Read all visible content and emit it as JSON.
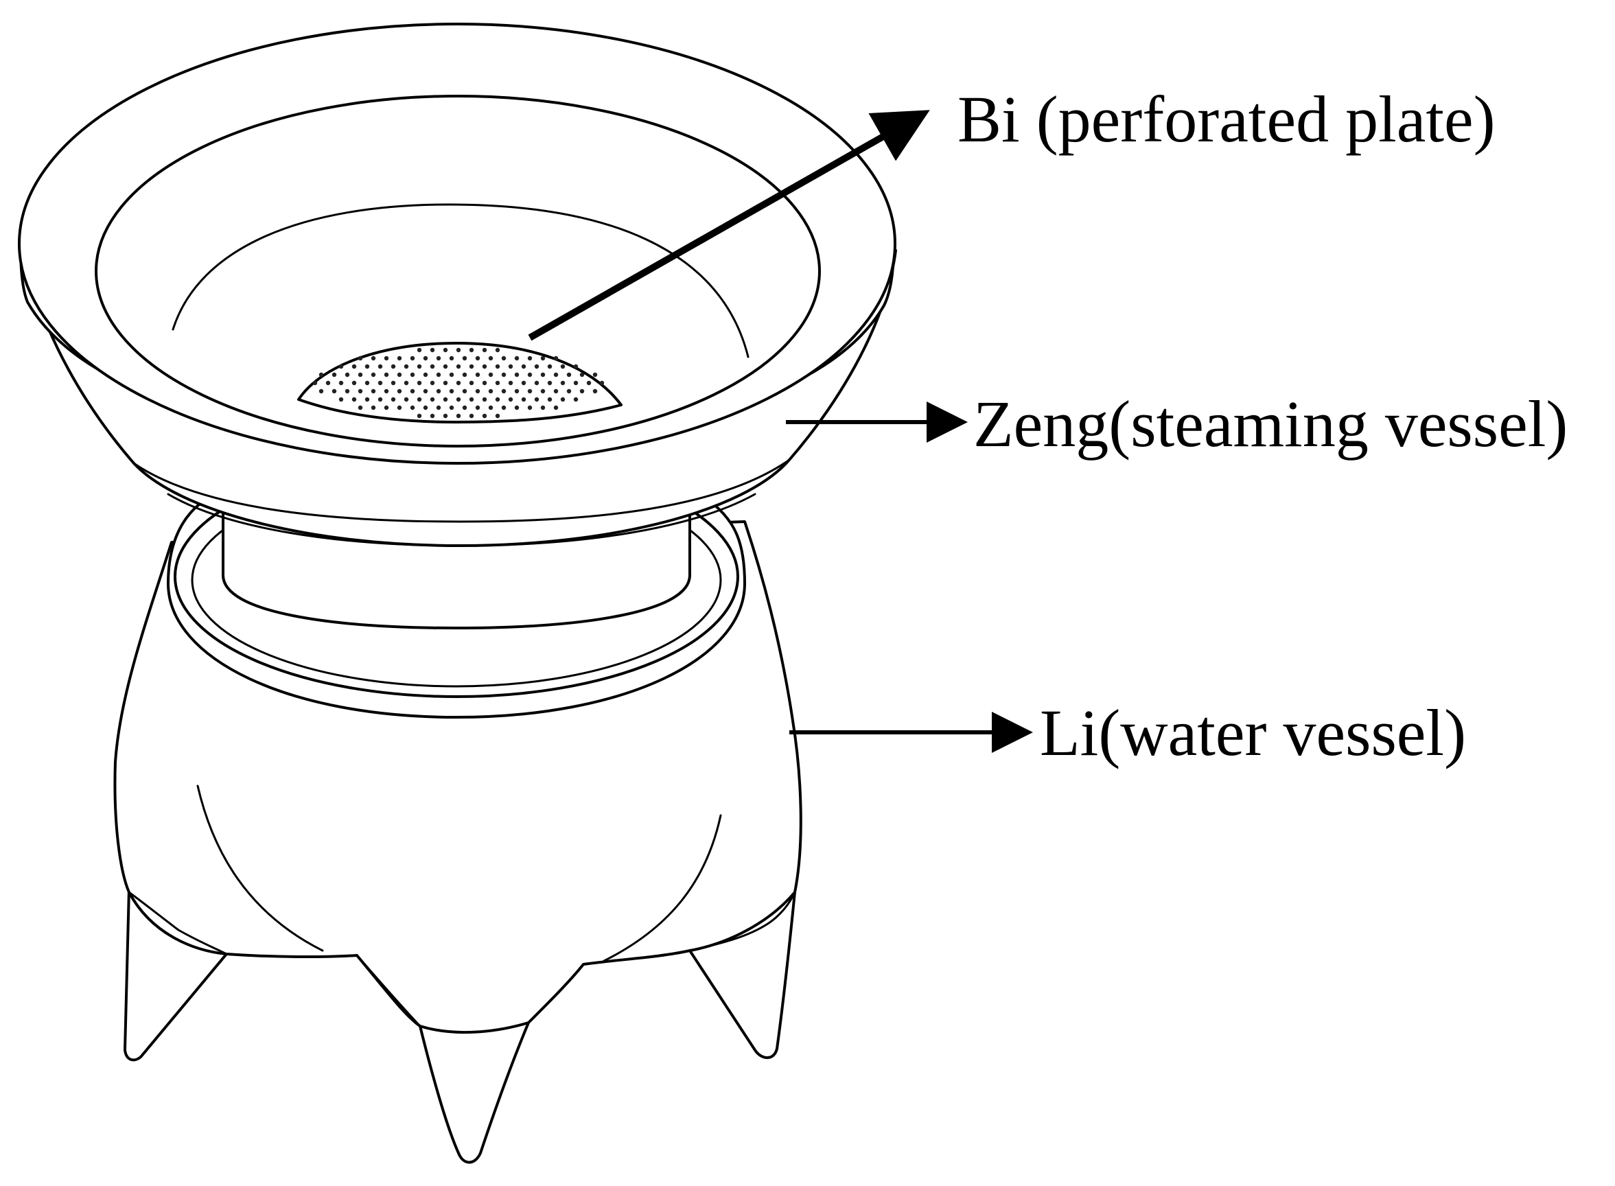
{
  "labels": {
    "bi": "Bi (perforated plate)",
    "zeng": "Zeng(steaming vessel)",
    "li": "Li(water vessel)"
  },
  "colors": {
    "line": "#000000",
    "background": "#ffffff"
  }
}
